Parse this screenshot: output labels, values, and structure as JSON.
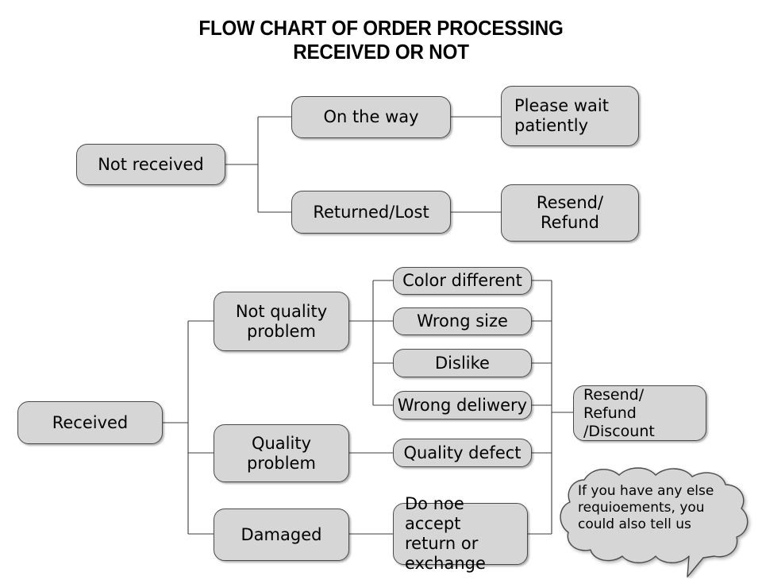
{
  "title": "FLOW CHART OF ORDER PROCESSING\nRECEIVED OR NOT",
  "colors": {
    "node_fill": "#d6d6d6",
    "node_border": "#4a4a4a",
    "line": "#3d3d3d",
    "background": "#ffffff",
    "text": "#000000"
  },
  "branches": {
    "not_received": {
      "root": "Not received",
      "children": [
        {
          "label": "On the way",
          "result": "Please wait\npatiently"
        },
        {
          "label": "Returned/Lost",
          "result": "Resend/\nRefund"
        }
      ]
    },
    "received": {
      "root": "Received",
      "categories": [
        {
          "label": "Not quality\nproblem",
          "reasons": [
            "Color different",
            "Wrong size",
            "Dislike",
            "Wrong deliwery"
          ]
        },
        {
          "label": "Quality\nproblem",
          "reasons": [
            "Quality defect"
          ]
        },
        {
          "label": "Damaged",
          "reasons": [
            "Do noe accept\nreturn or\nexchange"
          ]
        }
      ],
      "result": "Resend/ Refund\n/Discount"
    }
  },
  "callout": {
    "text": "If you have any else\nrequioements, you\ncould also tell us"
  }
}
